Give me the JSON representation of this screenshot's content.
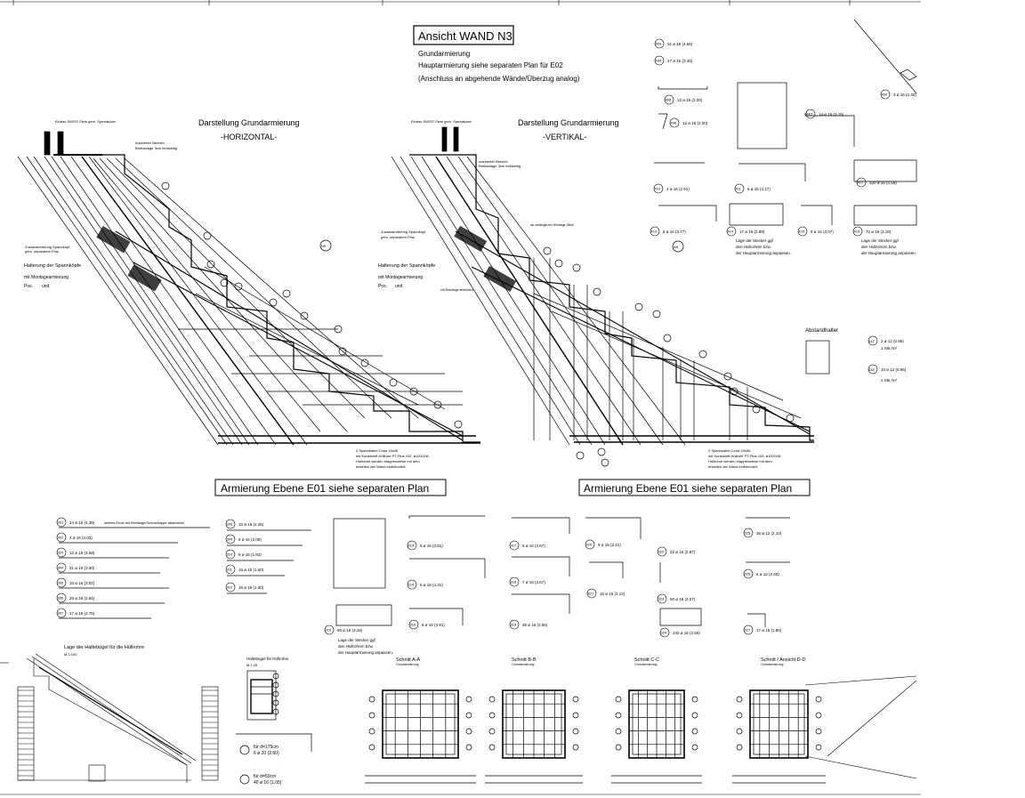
{
  "sheet": {
    "title": "Ansicht WAND N3",
    "grund_line1": "Grundarmierung",
    "grund_line2": "Hauptarmierung siehe separaten Plan für E02",
    "grund_line3": "(Anschluss an abgehende Wände/Überzug analog)"
  },
  "views": {
    "left_heading": "Darstellung Grundarmierung",
    "left_sub": "-HORIZONTAL-",
    "right_heading": "Darstellung Grundarmierung",
    "right_sub": "-VERTIKAL-",
    "einbau": "Einbau SWGS Gewi gem. Spezialplan",
    "markiert": "markierter Bereich",
    "brett": "Brettanlage 3cm beidseitig",
    "zusatz": "Zusatzarmierung Spannkopf",
    "zusatz2": "gem. separatem Plan",
    "halterung": "Halterung der Spannköpfe",
    "montage": "mit Montagearmierung",
    "pos": "Pos.",
    "und": "und",
    "ab": "ab umfänglicher Montage Zirkel",
    "mit_rand": "mit Randlage einbinden",
    "cable1": "2 Spannkabel Cona 19x06",
    "cable2": "mit Kunststoff-Hüllrohr PT-Plus 100, ø100/106,",
    "cable3": "Hüllrohre werden etappenweise mit dem",
    "cable4": "erstellen der Wand einbetoniert",
    "ebene_left": "Armierung Ebene E01 siehe separaten Plan",
    "ebene_right": "Armierung Ebene E01 siehe separaten Plan",
    "marker": "N9"
  },
  "bars_top_right": [
    {
      "pos": "403",
      "text": "31 ø 16 (4.65)"
    },
    {
      "pos": "405",
      "text": "17 ø 16 (2.40)"
    },
    {
      "pos": "406",
      "text": "12 ø 16 (2.00)"
    },
    {
      "pos": "408",
      "text": "12 ø 16 (2.00)"
    },
    {
      "pos": "407",
      "text": "14 ø 16 (3.15)"
    },
    {
      "pos": "409",
      "text": "3 ø 16 (2.40)"
    },
    {
      "pos": "410",
      "text": "4 ø 16 (2.91)"
    },
    {
      "pos": "411",
      "text": "6 ø 16 (4.17)"
    },
    {
      "pos": "412",
      "text": "320 ø 16 (2.59)"
    },
    {
      "pos": "413",
      "text": "6 ø 16 (3.77)"
    },
    {
      "pos": "414",
      "text": "17 ø 16 (2.89)"
    },
    {
      "pos": "415",
      "text": "9 ø 16 (2.07)"
    },
    {
      "pos": "416",
      "text": "72 ø 16 (3.18)"
    }
  ],
  "notes": {
    "stecker1": "Lage der Stecker ggf",
    "stecker2": "den Hüllrohren bzw.",
    "stecker3": "der Hauptarmierung anpassen.",
    "abstand": "Abstandhalter",
    "ab1": "2 ø 12 (0.96)",
    "ab1b": "1 Stk./m²",
    "ab2": "10 ø 12 (0.96)",
    "ab2b": "1 Stk./m²",
    "ab1pos": "417",
    "ab2pos": "418"
  },
  "bars_bottom_left": [
    {
      "pos": "301",
      "text": "14 ø 16 (4.35)",
      "note": "oberes Ende mit Brettlage/Schutzkappe abdecken!"
    },
    {
      "pos": "302",
      "text": "4 ø 16 (4.03)",
      "note": ""
    },
    {
      "pos": "303",
      "text": "12 ø 16 (3.58)",
      "note": ""
    },
    {
      "pos": "304",
      "text": "31 ø 16 (3.30)",
      "note": ""
    },
    {
      "pos": "305",
      "text": "10 ø 16 (3.02)",
      "note": ""
    },
    {
      "pos": "306",
      "text": "26 ø 16 (2.65)",
      "note": ""
    },
    {
      "pos": "307",
      "text": "17 ø 16 (2.75)",
      "note": ""
    }
  ],
  "bars_bottom_mid": [
    {
      "pos": "308",
      "text": "10 ø 16 (2.25)"
    },
    {
      "pos": "309",
      "text": "6 ø 16 (2.08)"
    },
    {
      "pos": "310",
      "text": "6 ø 16 (1.93)"
    },
    {
      "pos": "311",
      "text": "16 ø 16 (1.60)"
    },
    {
      "pos": "312",
      "text": "16 ø 16 (1.30)"
    }
  ],
  "bars_bottom_right": [
    {
      "pos": "313",
      "text": "5 ø 16 (3.51)"
    },
    {
      "pos": "314",
      "text": "5 ø 16 (4.31)"
    },
    {
      "pos": "315",
      "text": "60 ø 16 (3.18)"
    },
    {
      "pos": "316",
      "text": "5 ø 16 (3.91)"
    },
    {
      "pos": "317",
      "text": "5 ø 16 (3.57)"
    },
    {
      "pos": "318",
      "text": "7 ø 16 (3.57)"
    },
    {
      "pos": "319",
      "text": "35 ø 16 (2.65)"
    },
    {
      "pos": "320",
      "text": "9 ø 16 (2.41)"
    },
    {
      "pos": "321",
      "text": "15 ø 16 (2.12)"
    },
    {
      "pos": "322",
      "text": "22 ø 16 (2.87)"
    },
    {
      "pos": "323",
      "text": "50 ø 16 (3.07)"
    },
    {
      "pos": "324",
      "text": "240 ø 16 (2.59)"
    },
    {
      "pos": "325",
      "text": "36 ø 12 (2.10)"
    },
    {
      "pos": "326",
      "text": "6 ø 12 (2.00)"
    },
    {
      "pos": "327",
      "text": "17 ø 16 (1.80)"
    }
  ],
  "lower": {
    "haltebuegel": "Lage der Haltebügel für die Hüllrohre",
    "scale": "M 1:100",
    "detail": "Haltebügel für Hüllrohre",
    "detail_scale": "M 1:25",
    "fuer1": "für d=175cm",
    "fuer1b": "6 ø 20 (2.60)",
    "fuer2": "für d=50cm",
    "fuer2b": "40 ø 16 (1.05)",
    "s_ab": "Schnitt A-A",
    "s_bb": "Schnitt B-B",
    "s_cc": "Schnitt C-C",
    "s_dd": "Schnitt / Ansicht D-D",
    "grund": "Grundarmierung"
  }
}
